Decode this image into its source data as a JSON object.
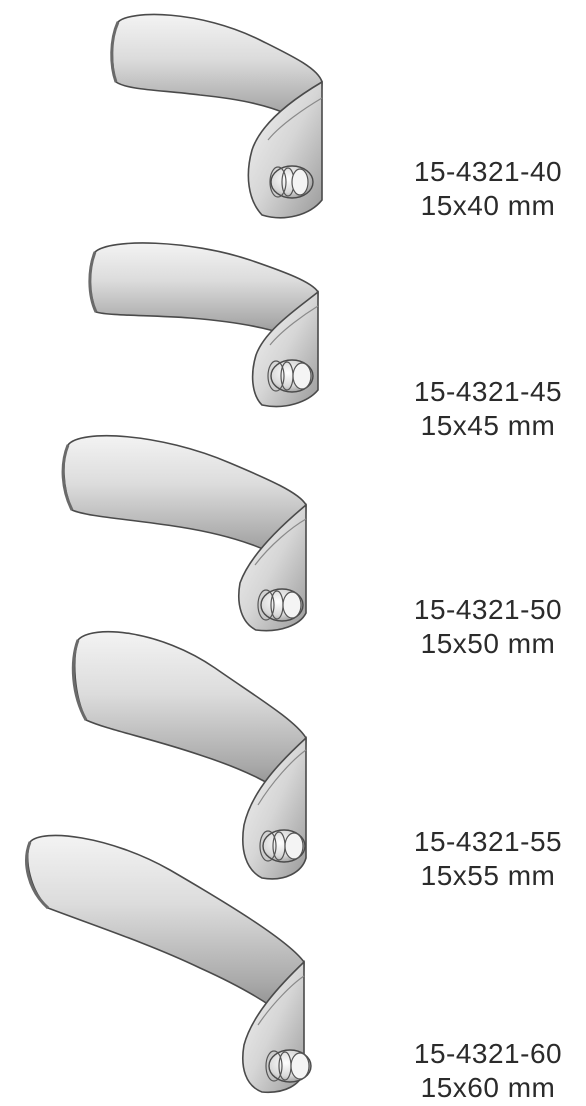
{
  "items": [
    {
      "code": "15-4321-40",
      "size": "15x40 mm"
    },
    {
      "code": "15-4321-45",
      "size": "15x45 mm"
    },
    {
      "code": "15-4321-50",
      "size": "15x50 mm"
    },
    {
      "code": "15-4321-55",
      "size": "15x55 mm"
    },
    {
      "code": "15-4321-60",
      "size": "15x60 mm"
    }
  ],
  "colors": {
    "background": "#ffffff",
    "metal_light": "#f1f1f1",
    "metal_mid": "#c4c4c4",
    "metal_dark": "#7a7a7a",
    "outline": "#4a4a4a",
    "text": "#2b2b2b"
  }
}
